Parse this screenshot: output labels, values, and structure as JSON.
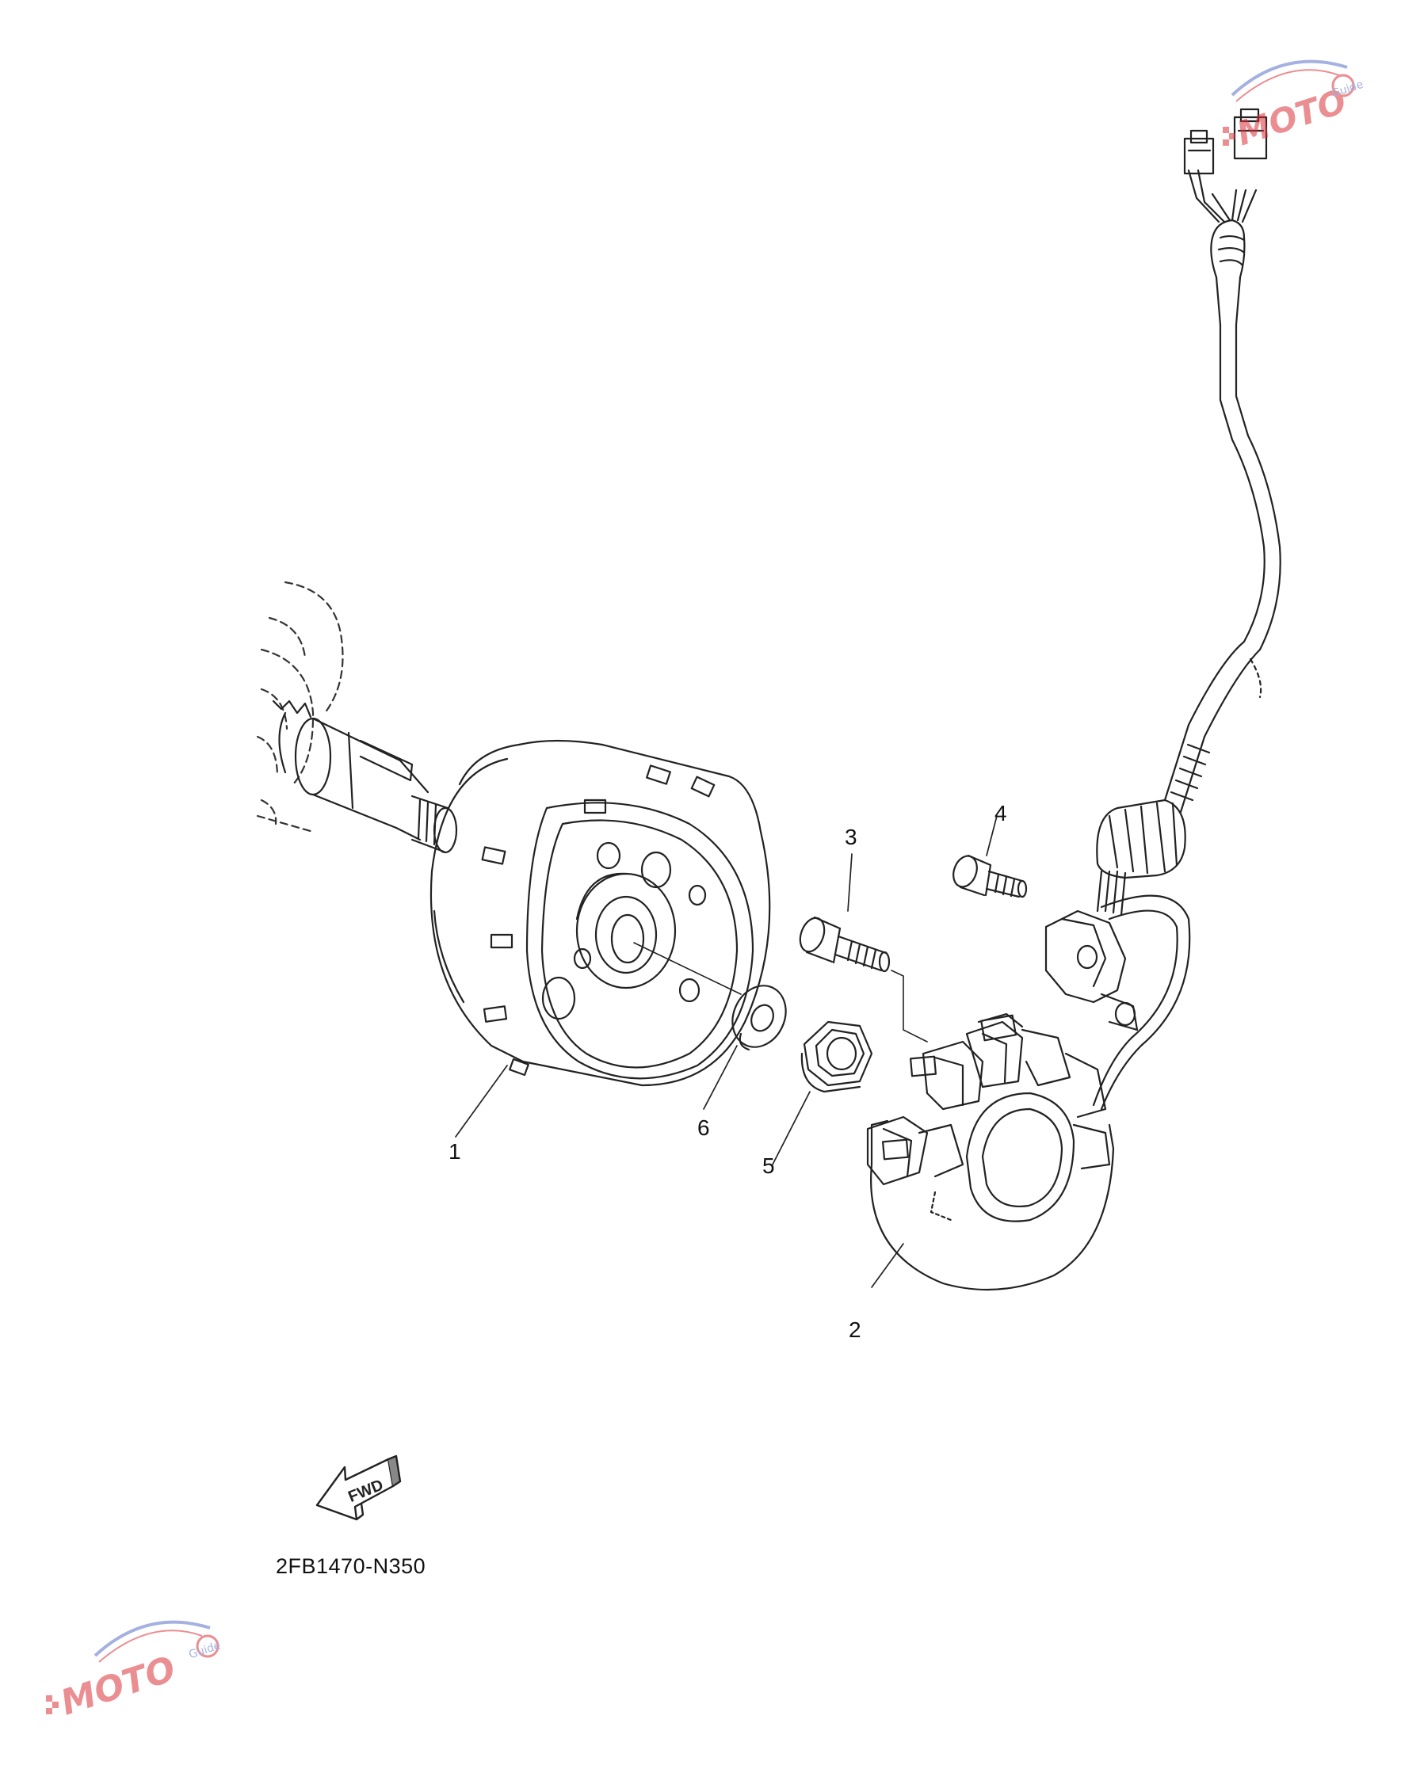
{
  "diagram": {
    "callouts": [
      {
        "id": "1",
        "label": "1"
      },
      {
        "id": "2",
        "label": "2"
      },
      {
        "id": "3",
        "label": "3"
      },
      {
        "id": "4",
        "label": "4"
      },
      {
        "id": "5",
        "label": "5"
      },
      {
        "id": "6",
        "label": "6"
      }
    ],
    "fwd_label": "FWD",
    "drawing_code": "2FB1470-N350"
  },
  "watermark": {
    "brand": "MOTO",
    "sub": "Guide",
    "colors": {
      "red": "#d9323a",
      "blue": "#5a72c8"
    }
  }
}
